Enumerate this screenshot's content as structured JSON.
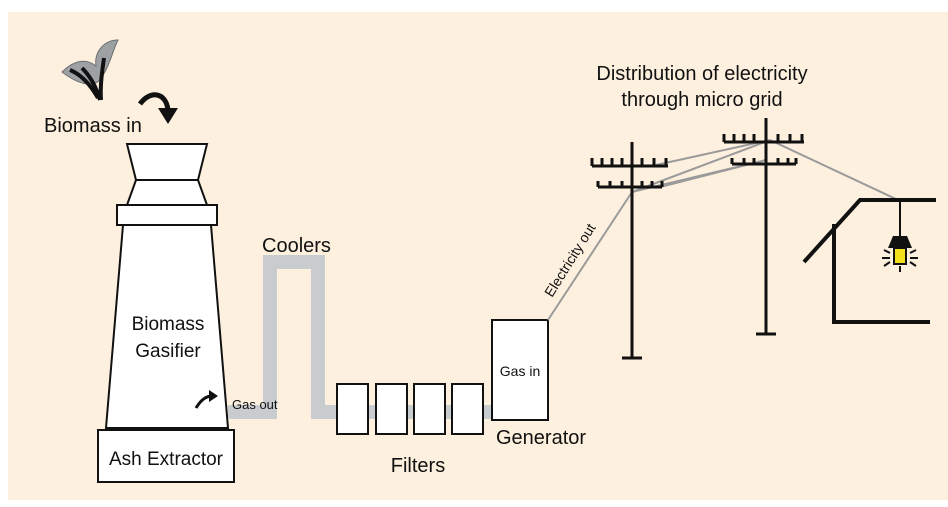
{
  "colors": {
    "background": "#fdf0de",
    "pipe": "#c9cccf",
    "wire": "#9a9a9a",
    "ink": "#111111",
    "lamp": "#f2e01a"
  },
  "labels": {
    "biomass_in": "Biomass in",
    "gasifier_line1": "Biomass",
    "gasifier_line2": "Gasifier",
    "gas_out": "Gas out",
    "ash_extractor": "Ash Extractor",
    "coolers": "Coolers",
    "filters": "Filters",
    "generator": "Generator",
    "gas_in": "Gas in",
    "electricity_out": "Electricity out",
    "distribution_line1": "Distribution of electricity",
    "distribution_line2": "through micro grid"
  },
  "icons": [
    "biomass-leaves-icon",
    "curved-arrow-icon",
    "light-bulb-icon"
  ]
}
